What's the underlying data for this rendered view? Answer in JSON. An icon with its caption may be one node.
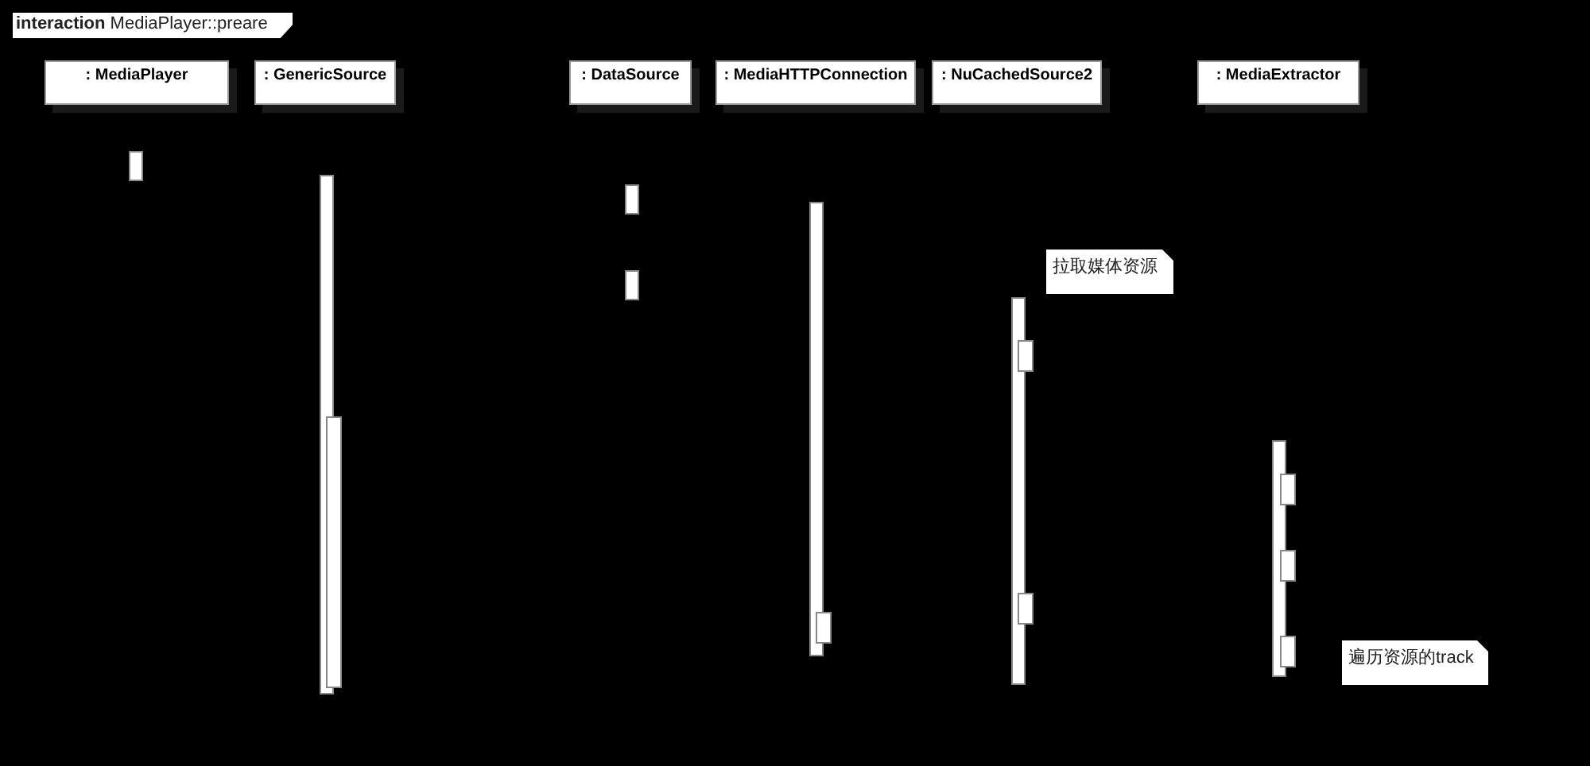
{
  "diagram": {
    "title": "**interaction** MediaPlayer::preare",
    "nodes": [
      {
        "text": [
          ": MediaPlayer"
        ]
      },
      {
        "text": [
          ": GenericSource"
        ]
      },
      {
        "text": [
          ": DataSource"
        ]
      },
      {
        "text": [
          ": MediaHTTPConnection"
        ]
      },
      {
        "text": [
          ": NuCachedSource2"
        ]
      },
      {
        "text": [
          ": MediaExtractor"
        ]
      },
      {
        "text": [
          "拉取媒体资源"
        ]
      },
      {
        "text": [
          "遍历资源的track"
        ]
      }
    ],
    "edges": []
  }
}
